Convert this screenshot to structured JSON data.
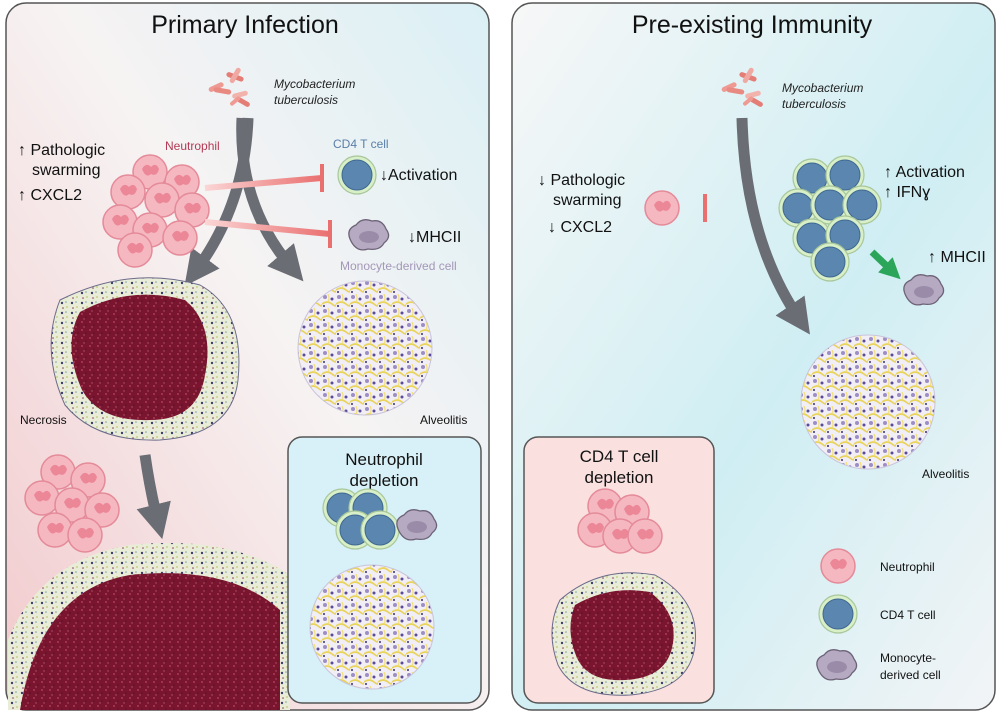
{
  "panels": {
    "left": {
      "title": "Primary Infection",
      "mtb_line1": "Mycobacterium",
      "mtb_line2": "tuberculosis",
      "effect_line1": "↑ Pathologic",
      "effect_line2": "swarming",
      "effect_line3": "↑ CXCL2",
      "neutrophil_label": "Neutrophil",
      "cd4_label": "CD4 T cell",
      "activation": "↓Activation",
      "mhcii": "↓MHCII",
      "mono_label": "Monocyte-derived cell",
      "necrosis": "Necrosis",
      "alveolitis": "Alveolitis",
      "inset_line1": "Neutrophil",
      "inset_line2": "depletion"
    },
    "right": {
      "title": "Pre-existing Immunity",
      "mtb_line1": "Mycobacterium",
      "mtb_line2": "tuberculosis",
      "effect_line1": "↓ Pathologic",
      "effect_line2": "swarming",
      "effect_line3": "↓ CXCL2",
      "activation": "↑ Activation",
      "ifng": "↑ IFNɣ",
      "mhcii": "↑ MHCII",
      "alveolitis": "Alveolitis",
      "inset_line1": "CD4 T cell",
      "inset_line2": "depletion"
    }
  },
  "legend": {
    "neutrophil": "Neutrophil",
    "cd4": "CD4 T cell",
    "mono_line1": "Monocyte-",
    "mono_line2": "derived cell"
  },
  "colors": {
    "neutrophil": "#f5b7c0",
    "neutrophil_nucleus": "#e8808f",
    "cd4": "#5b86b0",
    "cd4_ring": "#d8efc8",
    "monocyte": "#a99cb5",
    "necrosis": "#7a1530",
    "inhibit": "#ea6f6f",
    "activate": "#2aa55a",
    "arrow": "#6a6d74",
    "neutrophil_label": "#b23a55",
    "cd4_label": "#5a7fa8",
    "mono_label": "#a497b8"
  }
}
